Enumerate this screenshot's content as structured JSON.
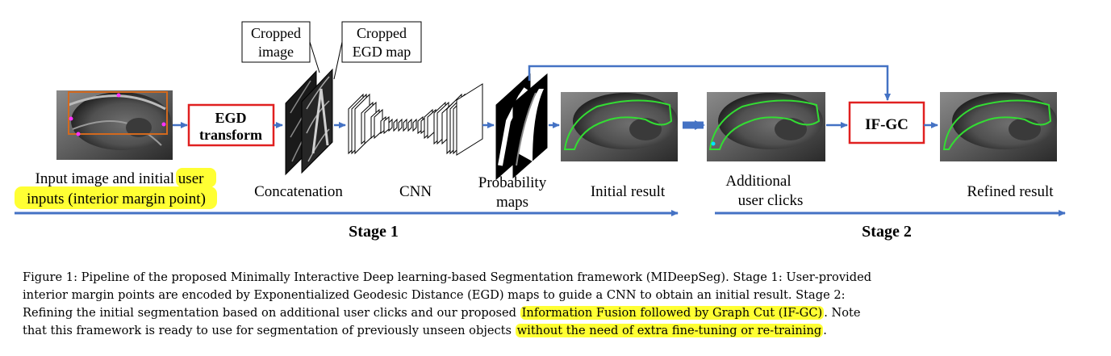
{
  "diagram": {
    "labels": {
      "cropped_image": [
        "Cropped",
        "image"
      ],
      "cropped_egd": [
        "Cropped",
        "EGD map"
      ],
      "egd_transform": [
        "EGD",
        "transform"
      ],
      "input_caption": [
        "Input image and initial user",
        "inputs (interior margin point)"
      ],
      "concatenation": "Concatenation",
      "cnn": "CNN",
      "probability_maps": [
        "Probability",
        "maps"
      ],
      "initial_result": "Initial result",
      "additional_clicks": [
        "Additional",
        "user clicks"
      ],
      "if_gc": "IF-GC",
      "refined_result": "Refined result",
      "stage1": "Stage 1",
      "stage2": "Stage 2"
    },
    "colors": {
      "arrow": "#4472c4",
      "box_border": "#e02020",
      "contour": "#33dd33",
      "highlight": "#ffff33",
      "input_box": "#d2691e",
      "point": "#ff33ff",
      "click_point": "#00e5ff"
    }
  },
  "caption": {
    "line1": "Figure 1: Pipeline of the proposed Minimally Interactive Deep learning-based Segmentation framework (MIDeepSeg). Stage 1: User-provided",
    "line2": "interior margin points are encoded by Exponentialized Geodesic Distance (EGD) maps to guide a CNN to obtain an initial result. Stage 2:",
    "line3_a": "Refining the initial segmentation based on additional user clicks and our proposed ",
    "line3_hl": "Information Fusion followed by Graph Cut (IF-GC)",
    "line3_b": ". Note",
    "line4_a": "that this framework is ready to use for segmentation of previously unseen objects ",
    "line4_hl": "without the need of extra fine-tuning or re-training",
    "line4_b": "."
  }
}
